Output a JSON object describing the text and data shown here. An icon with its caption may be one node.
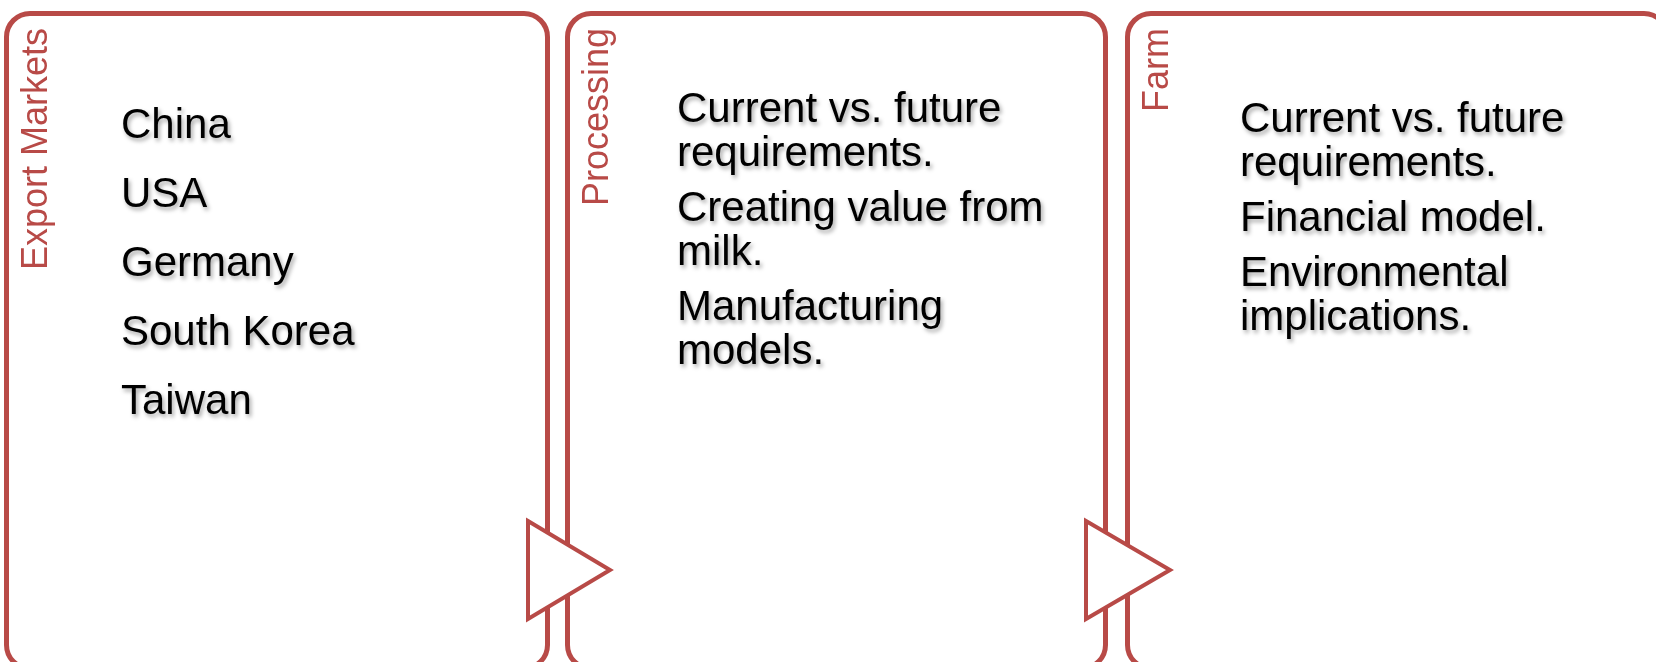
{
  "diagram": {
    "nodes": [
      {
        "text": [
          "Export Markets",
          "China",
          "USA",
          "Germany",
          "South Korea",
          "Taiwan"
        ]
      },
      {
        "text": [
          "Processing",
          "Current vs. future requirements.",
          "Creating value from milk.",
          "Manufacturing models."
        ]
      },
      {
        "text": [
          "Farm",
          "Current vs. future requirements.",
          "Financial model.",
          "Environmental implications."
        ]
      }
    ],
    "edges": [
      {
        "from": 0,
        "to": 1,
        "arrow": "to"
      },
      {
        "from": 1,
        "to": 2,
        "arrow": "to"
      }
    ]
  }
}
